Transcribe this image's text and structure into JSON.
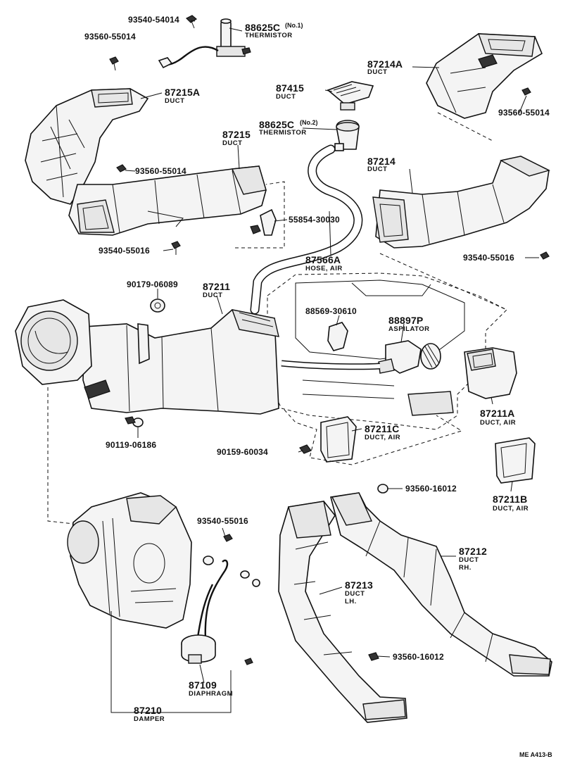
{
  "labels": {
    "p93540_54014": "93540-54014",
    "p88625c_1": "88625C",
    "p88625c_1_sup": "(No.1)",
    "p88625c_1_desc": "THERMISTOR",
    "p93560_55014_a": "93560-55014",
    "p87214a": "87214A",
    "p87214a_desc": "DUCT",
    "p87215a": "87215A",
    "p87215a_desc": "DUCT",
    "p87415": "87415",
    "p87415_desc": "DUCT",
    "p93560_55014_b": "93560-55014",
    "p88625c_2": "88625C",
    "p88625c_2_sup": "(No.2)",
    "p88625c_2_desc": "THERMISTOR",
    "p87215": "87215",
    "p87215_desc": "DUCT",
    "p87214": "87214",
    "p87214_desc": "DUCT",
    "p93560_55014_c": "93560-55014",
    "p55854_30030": "55854-30030",
    "p93540_55016_a": "93540-55016",
    "p87566a": "87566A",
    "p87566a_desc": "HOSE, AIR",
    "p93540_55016_b": "93540-55016",
    "p90179_06089": "90179-06089",
    "p87211": "87211",
    "p87211_desc": "DUCT",
    "p88569_30610": "88569-30610",
    "p88897p": "88897P",
    "p88897p_desc": "ASPILATOR",
    "p87211a": "87211A",
    "p87211a_desc": "DUCT, AIR",
    "p90119_06186": "90119-06186",
    "p87211c": "87211C",
    "p87211c_desc": "DUCT, AIR",
    "p90159_60034": "90159-60034",
    "p87211b": "87211B",
    "p87211b_desc": "DUCT, AIR",
    "p93560_16012_a": "93560-16012",
    "p93540_55016_c": "93540-55016",
    "p87212": "87212",
    "p87212_desc": "DUCT",
    "p87212_desc2": "RH.",
    "p87213": "87213",
    "p87213_desc": "DUCT",
    "p87213_desc2": "LH.",
    "p93560_16012_b": "93560-16012",
    "p87109": "87109",
    "p87109_desc": "DIAPHRAGM",
    "p87210": "87210",
    "p87210_desc": "DAMPER",
    "page_code": "ME  A413-B"
  },
  "colors": {
    "line": "#111111",
    "background": "#ffffff",
    "fill_light": "#f4f4f4",
    "fill_mid": "#e6e6e6"
  }
}
